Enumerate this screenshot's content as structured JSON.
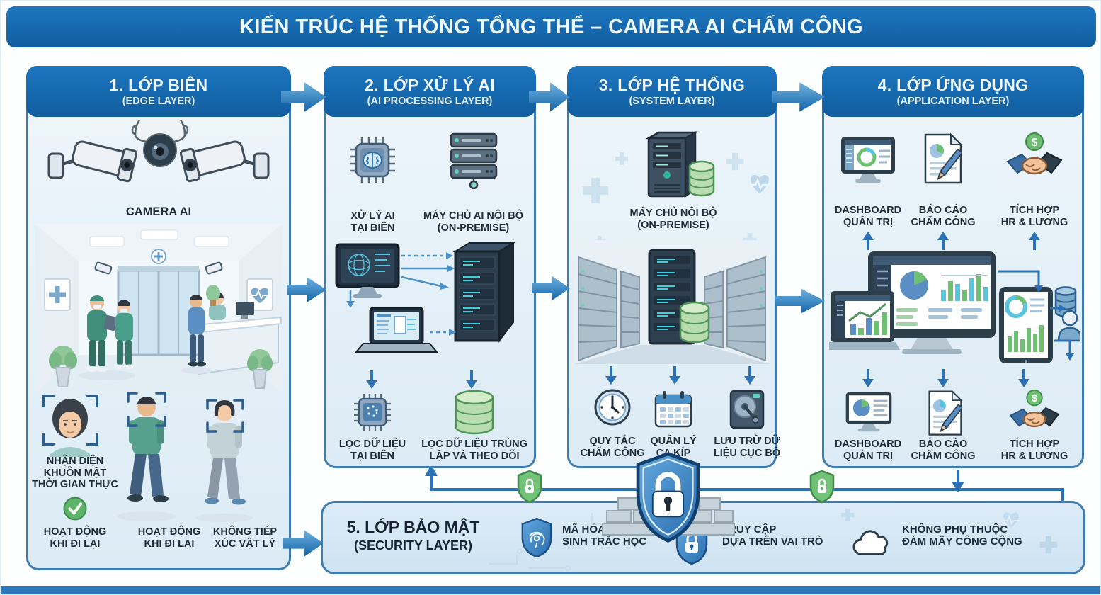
{
  "title": "KIẾN TRÚC HỆ THỐNG TỔNG THỂ – CAMERA AI CHẤM CÔNG",
  "colors": {
    "header_blue": "#1568b0",
    "panel_bg": "#e6f0f8",
    "panel_border": "#3f7db1",
    "arrow_blue": "#2a72b5",
    "label_dark": "#1d2b36",
    "green": "#5cb567",
    "teal_light": "#3ad0e0"
  },
  "layers": {
    "edge": {
      "num_title": "1. LỚP BIÊN",
      "subtitle": "(EDGE LAYER)",
      "camera_label": "CAMERA AI",
      "face_recognition_label": "NHẬN DIỆN\nKHUÔN MẶT\nTHỜI GIAN THỰC",
      "benefits": [
        "HOẠT ĐỘNG\nKHI ĐI LẠI",
        "HOẠT ĐỘNG\nKHI ĐI LẠI",
        "KHÔNG TIẾP\nXÚC VẬT LÝ"
      ]
    },
    "ai_processing": {
      "num_title": "2. LỚP XỬ LÝ AI",
      "subtitle": "(AI PROCESSING LAYER)",
      "top_items": [
        {
          "icon": "ai-chip-icon",
          "label": "XỬ LÝ AI\nTẠI BIÊN"
        },
        {
          "icon": "server-stack-icon",
          "label": "MÁY CHỦ AI NỘI BỘ\n(ON-PREMISE)"
        }
      ],
      "bottom_items": [
        {
          "icon": "chip-icon",
          "label": "LỌC DỮ LIỆU\nTẠI BIÊN"
        },
        {
          "icon": "database-icon",
          "label": "LỌC DỮ LIỆU TRÙNG\nLẶP VÀ THEO DÕI"
        }
      ]
    },
    "system": {
      "num_title": "3. LỚP HỆ THỐNG",
      "subtitle": "(SYSTEM LAYER)",
      "server_label": "MÁY CHỦ NỘI BỘ\n(ON-PREMISE)",
      "bottom_items": [
        {
          "icon": "clock-icon",
          "label": "QUY TẮC\nCHẤM CÔNG"
        },
        {
          "icon": "calendar-icon",
          "label": "QUẢN LÝ\nCA KÍP"
        },
        {
          "icon": "hdd-icon",
          "label": "LƯU TRỮ DỮ\nLIỆU CỤC BỘ"
        }
      ]
    },
    "application": {
      "num_title": "4. LỚP ỨNG DỤNG",
      "subtitle": "(APPLICATION LAYER)",
      "top_items": [
        {
          "icon": "dashboard-monitor-icon",
          "label": "DASHBOARD\nQUẢN TRỊ"
        },
        {
          "icon": "report-icon",
          "label": "BÁO CÁO\nCHẤM CÔNG"
        },
        {
          "icon": "handshake-icon",
          "label": "TÍCH HỢP\nHR & LƯƠNG"
        }
      ],
      "bottom_items": [
        {
          "icon": "dashboard-monitor-icon",
          "label": "DASHBOARD\nQUẢN TRỊ"
        },
        {
          "icon": "report-icon",
          "label": "BÁO CÁO\nCHẤM CÔNG"
        },
        {
          "icon": "handshake-icon",
          "label": "TÍCH HỢP\nHR & LƯƠNG"
        }
      ]
    },
    "security": {
      "num_title": "5. LỚP BẢO MẬT",
      "subtitle": "(SECURITY LAYER)",
      "items": [
        {
          "icon": "fingerprint-shield-icon",
          "label": "MÃ HÓA DỮ LIỆU\nSINH TRẮC HỌC"
        },
        {
          "icon": "lock-shield-icon",
          "label": "TRUY CẬP\nDỰA TRÊN VAI TRÒ"
        },
        {
          "icon": "cloud-icon",
          "label": "KHÔNG PHỤ THUỘC\nĐÁM MÂY CÔNG CỘNG"
        }
      ]
    }
  }
}
